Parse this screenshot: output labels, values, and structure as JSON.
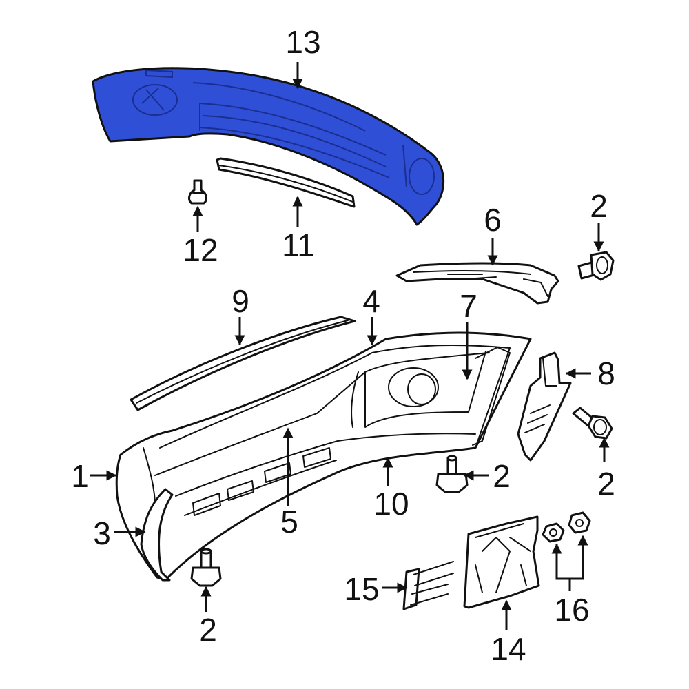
{
  "colors": {
    "highlight": "#2f4fd6",
    "highlight_detail": "#1a2f8f",
    "line": "#111111",
    "background": "#ffffff"
  },
  "callouts": {
    "c1": "1",
    "c2a": "2",
    "c2b": "2",
    "c2c": "2",
    "c2d": "2",
    "c3": "3",
    "c4": "4",
    "c5": "5",
    "c6": "6",
    "c7": "7",
    "c8": "8",
    "c9": "9",
    "c10": "10",
    "c11": "11",
    "c12": "12",
    "c13": "13",
    "c14": "14",
    "c15": "15",
    "c16": "16"
  }
}
